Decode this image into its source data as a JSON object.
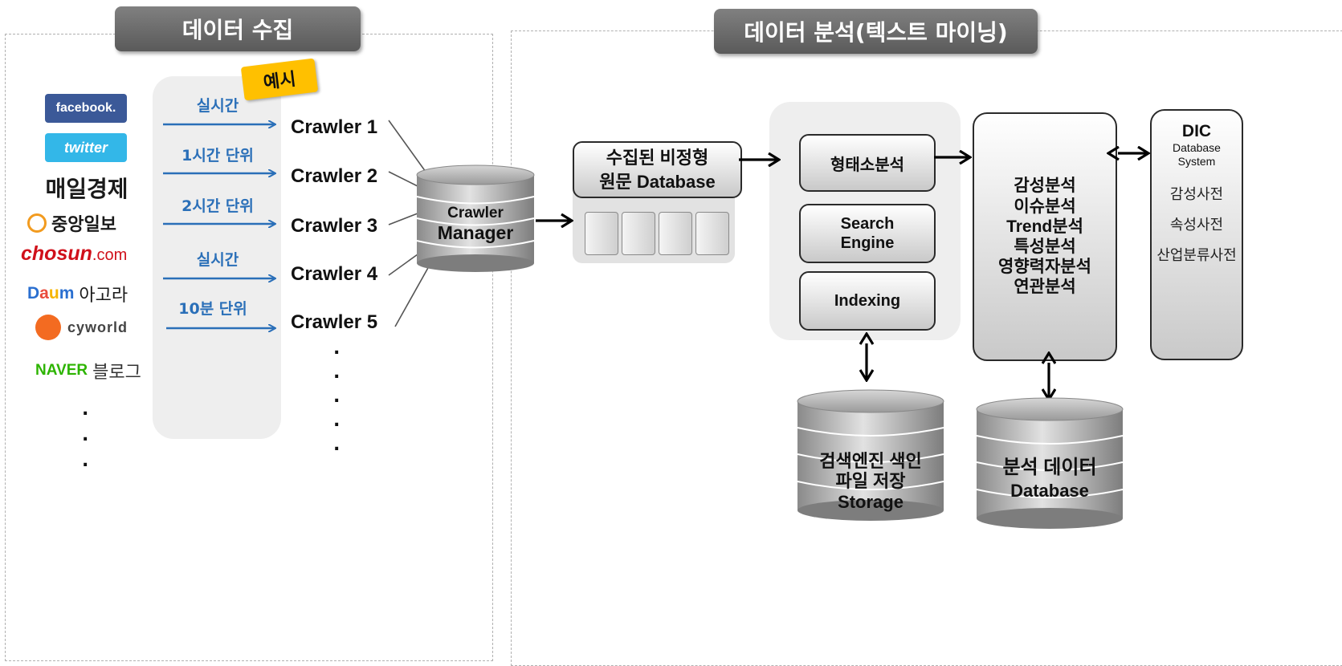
{
  "collection": {
    "header": "데이터 수집",
    "badge": "예시",
    "sources": [
      "facebook.",
      "twitter",
      "매일경제",
      "중앙일보",
      "chosun",
      ".com",
      "아고라",
      "cyworld",
      "NAVER",
      "블로그"
    ],
    "source_ellipsis": [
      ".",
      ".",
      "."
    ],
    "rates": [
      "실시간",
      "1시간 단위",
      "2시간 단위",
      "실시간",
      "10분 단위"
    ],
    "crawlers": [
      "Crawler 1",
      "Crawler 2",
      "Crawler 3",
      "Crawler 4",
      "Crawler 5"
    ],
    "crawler_ellipsis": [
      ".",
      ".",
      ".",
      ".",
      "."
    ],
    "manager": [
      "Crawler",
      "Manager"
    ]
  },
  "analysis": {
    "header": "데이터 분석(텍스트 마이닝)",
    "raw_db": [
      "수집된 비정형",
      "원문 Database"
    ],
    "modules": [
      "형태소분석",
      "Search Engine",
      "Indexing"
    ],
    "analysis_items": [
      "감성분석",
      "이슈분석",
      "Trend분석",
      "특성분석",
      "영향력자분석",
      "연관분석"
    ],
    "dic": {
      "title": "DIC",
      "subtitle": "Database System",
      "items": [
        "감성사전",
        "속성사전",
        "산업분류사전"
      ]
    },
    "storage_db": [
      "검색엔진 색인",
      "파일 저장",
      "Storage"
    ],
    "analysis_db": [
      "분석 데이터",
      "Database"
    ]
  },
  "colors": {
    "header_bg": "#6b6b6b",
    "rate_arrow": "#2a6fb8",
    "badge": "#ffc000",
    "facebook": "#3b5998",
    "twitter": "#33b7e8",
    "chosun": "#d0101a",
    "naver": "#2db400"
  }
}
